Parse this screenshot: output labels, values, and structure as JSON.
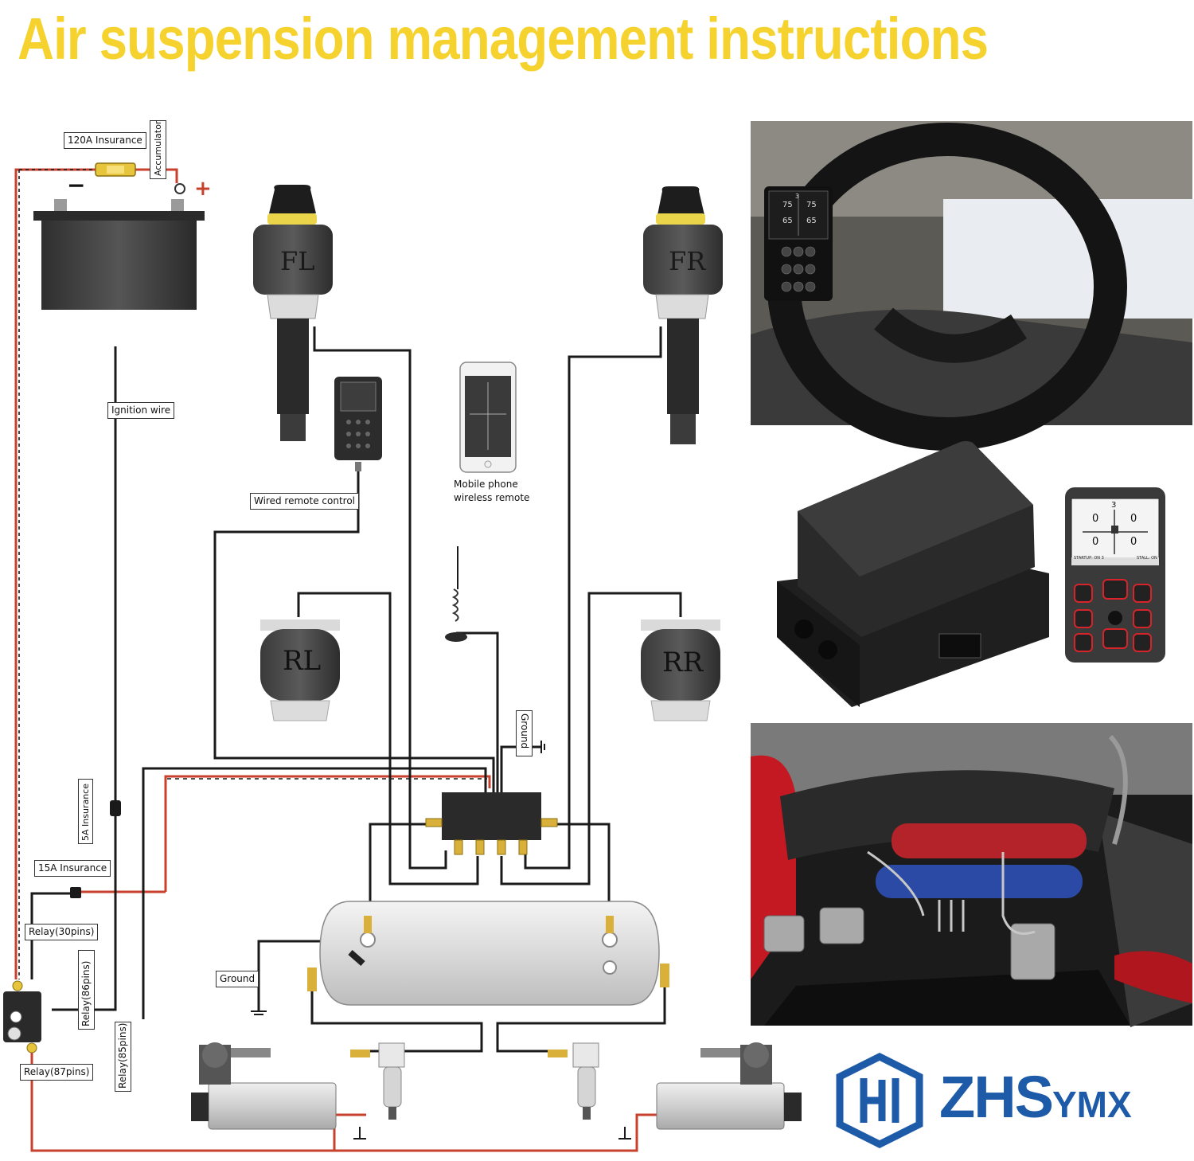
{
  "title": "Air suspension management instructions",
  "labels": {
    "insurance_120a": "120A Insurance",
    "accumulator": "Accumulator",
    "minus": "−",
    "plus": "+",
    "ignition_wire": "Ignition wire",
    "wired_remote": "Wired remote control",
    "mobile_remote_line1": "Mobile phone",
    "mobile_remote_line2": "wireless remote",
    "ground_top": "Ground",
    "insurance_5a": "5A Insurance",
    "insurance_15a": "15A Insurance",
    "relay_30": "Relay(30pins)",
    "relay_86": "Relay(86pins)",
    "relay_85": "Relay(85pins)",
    "relay_87": "Relay(87pins)",
    "ground_bottom": "Ground"
  },
  "bags": {
    "fl": "FL",
    "fr": "FR",
    "rl": "RL",
    "rr": "RR"
  },
  "screens": {
    "dash_top": [
      "3",
      "75",
      "75",
      "65",
      "65"
    ],
    "handheld_top": "3",
    "handheld_values": [
      "0",
      "0",
      "0",
      "0"
    ],
    "handheld_footer_left": "STARTUP: ON 3",
    "handheld_footer_right": "STALL: ON"
  },
  "brand": {
    "main": "ZHS",
    "suffix": "YMX"
  },
  "colors": {
    "title": "#f5d22d",
    "wire_red": "#c8412d",
    "wire_black": "#1a1a1a",
    "brand_blue": "#1d5aa8",
    "remote_red": "#d6242a"
  }
}
